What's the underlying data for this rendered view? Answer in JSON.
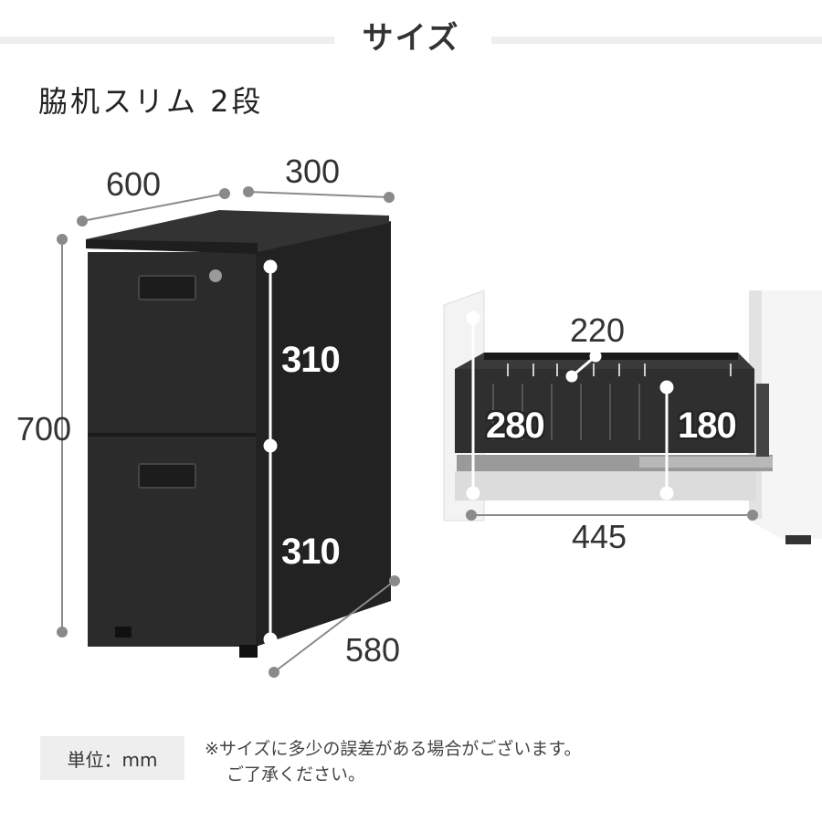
{
  "header": {
    "title": "サイズ"
  },
  "product": {
    "name": "脇机スリム 2段"
  },
  "cabinet": {
    "width": "600",
    "depth_top": "300",
    "height": "700",
    "drawer_upper": "310",
    "drawer_lower": "310",
    "depth_bottom": "580"
  },
  "drawer_interior": {
    "inner_width": "220",
    "inner_height_front": "280",
    "inner_height_back": "180",
    "inner_depth": "445"
  },
  "footer": {
    "unit": "単位：mm",
    "note_line1": "※サイズに多少の誤差がある場合がございます。",
    "note_line2": "ご了承ください。"
  },
  "colors": {
    "cabinet": "#2b2b2b",
    "cabinet_side": "#222222",
    "dimension_line": "#8a8a8a",
    "title_bar": "#eeeeee"
  }
}
